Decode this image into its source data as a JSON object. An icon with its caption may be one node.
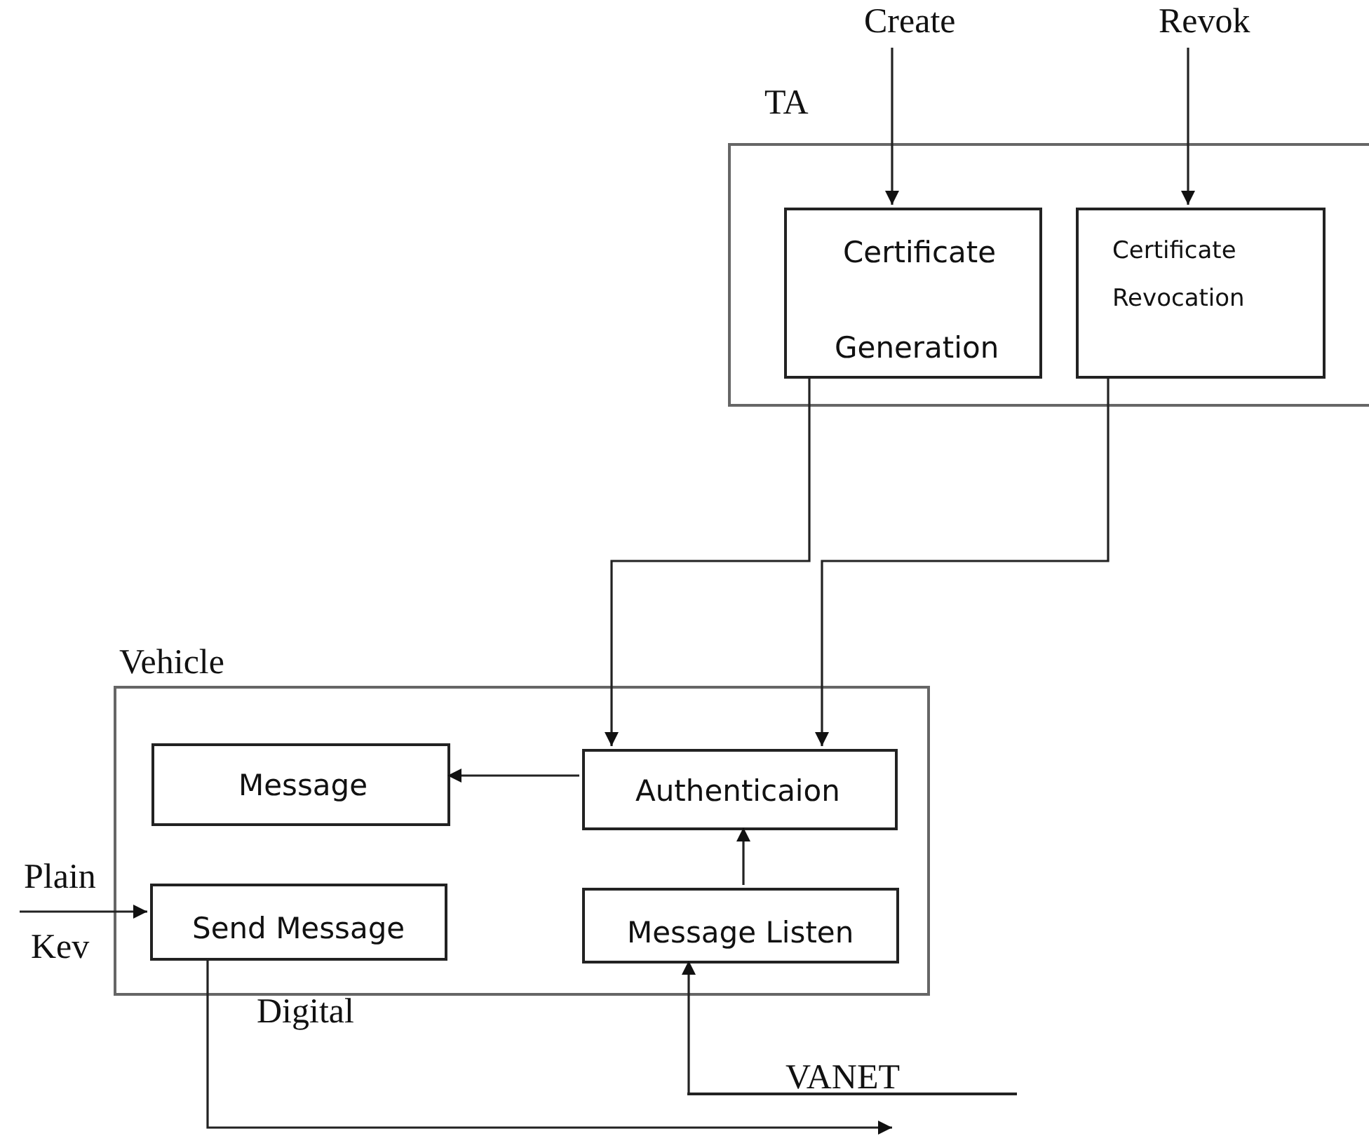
{
  "diagram": {
    "nodes": [
      {
        "text": [
          "TA"
        ]
      },
      {
        "text": [
          "Certificate",
          "Generation"
        ],
        "in": 0
      },
      {
        "text": [
          "Certificate Revocation"
        ],
        "in": 0
      },
      {
        "text": [
          "Vehicle"
        ]
      },
      {
        "text": [
          "Message"
        ],
        "in": 3
      },
      {
        "text": [
          "Authenticaion"
        ],
        "in": 3
      },
      {
        "text": [
          "Send Message"
        ],
        "in": 3
      },
      {
        "text": [
          "Message Listen"
        ],
        "in": 3
      },
      {
        "text": [
          "Create"
        ]
      },
      {
        "text": [
          "Revok"
        ]
      },
      {
        "text": [
          "VANET"
        ]
      }
    ],
    "edges": [
      {
        "from": 8,
        "to": 1,
        "arrow": "to"
      },
      {
        "from": 9,
        "to": 2,
        "arrow": "to"
      },
      {
        "from": 1,
        "to": 5,
        "arrow": "to"
      },
      {
        "from": 2,
        "to": 5,
        "arrow": "to"
      },
      {
        "from": 5,
        "to": 4,
        "arrow": "to"
      },
      {
        "from": 7,
        "to": 5,
        "arrow": "to"
      },
      {
        "from": null,
        "to": 6,
        "arrow": "to"
      },
      {
        "from": 6,
        "to": 10,
        "arrow": "to"
      },
      {
        "from": 10,
        "to": 7,
        "arrow": "to"
      }
    ],
    "labels": [
      "Plain",
      "Kev",
      "Digital"
    ]
  }
}
